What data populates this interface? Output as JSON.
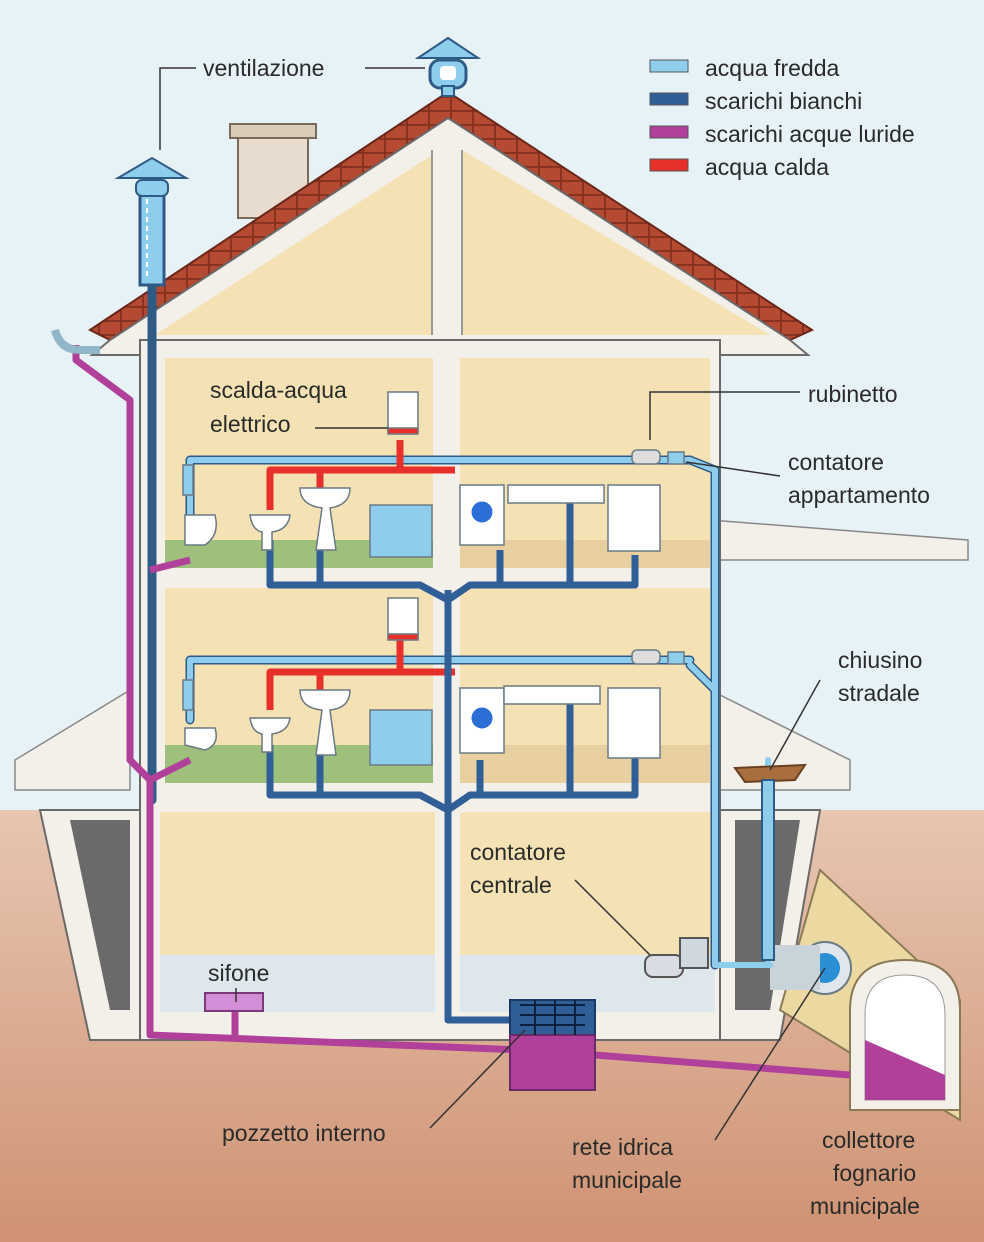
{
  "legend": [
    {
      "label": "acqua fredda",
      "color": "#8fcdec"
    },
    {
      "label": "scarichi bianchi",
      "color": "#2f5f96"
    },
    {
      "label": "scarichi acque luride",
      "color": "#b0409a"
    },
    {
      "label": "acqua calda",
      "color": "#e8302a"
    }
  ],
  "labels": {
    "ventilazione": "ventilazione",
    "scalda_1": "scalda-acqua",
    "scalda_2": "elettrico",
    "rubinetto": "rubinetto",
    "contatore_app_1": "contatore",
    "contatore_app_2": "appartamento",
    "chiusino_1": "chiusino",
    "chiusino_2": "stradale",
    "contatore_cen_1": "contatore",
    "contatore_cen_2": "centrale",
    "sifone": "sifone",
    "pozzetto": "pozzetto interno",
    "rete_1": "rete idrica",
    "rete_2": "municipale",
    "collettore_1": "collettore",
    "collettore_2": "fognario",
    "collettore_3": "municipale"
  },
  "colors": {
    "sky": "#e6f2f6",
    "ground": "#d9a487",
    "wall": "#f3efe9",
    "room": "#f4e2b4",
    "floor": "#9fbf7c",
    "roof": "#b54a33",
    "cold": "#8fcdec",
    "drain": "#2f5f96",
    "sewage": "#b0409a",
    "hot": "#e8302a"
  }
}
